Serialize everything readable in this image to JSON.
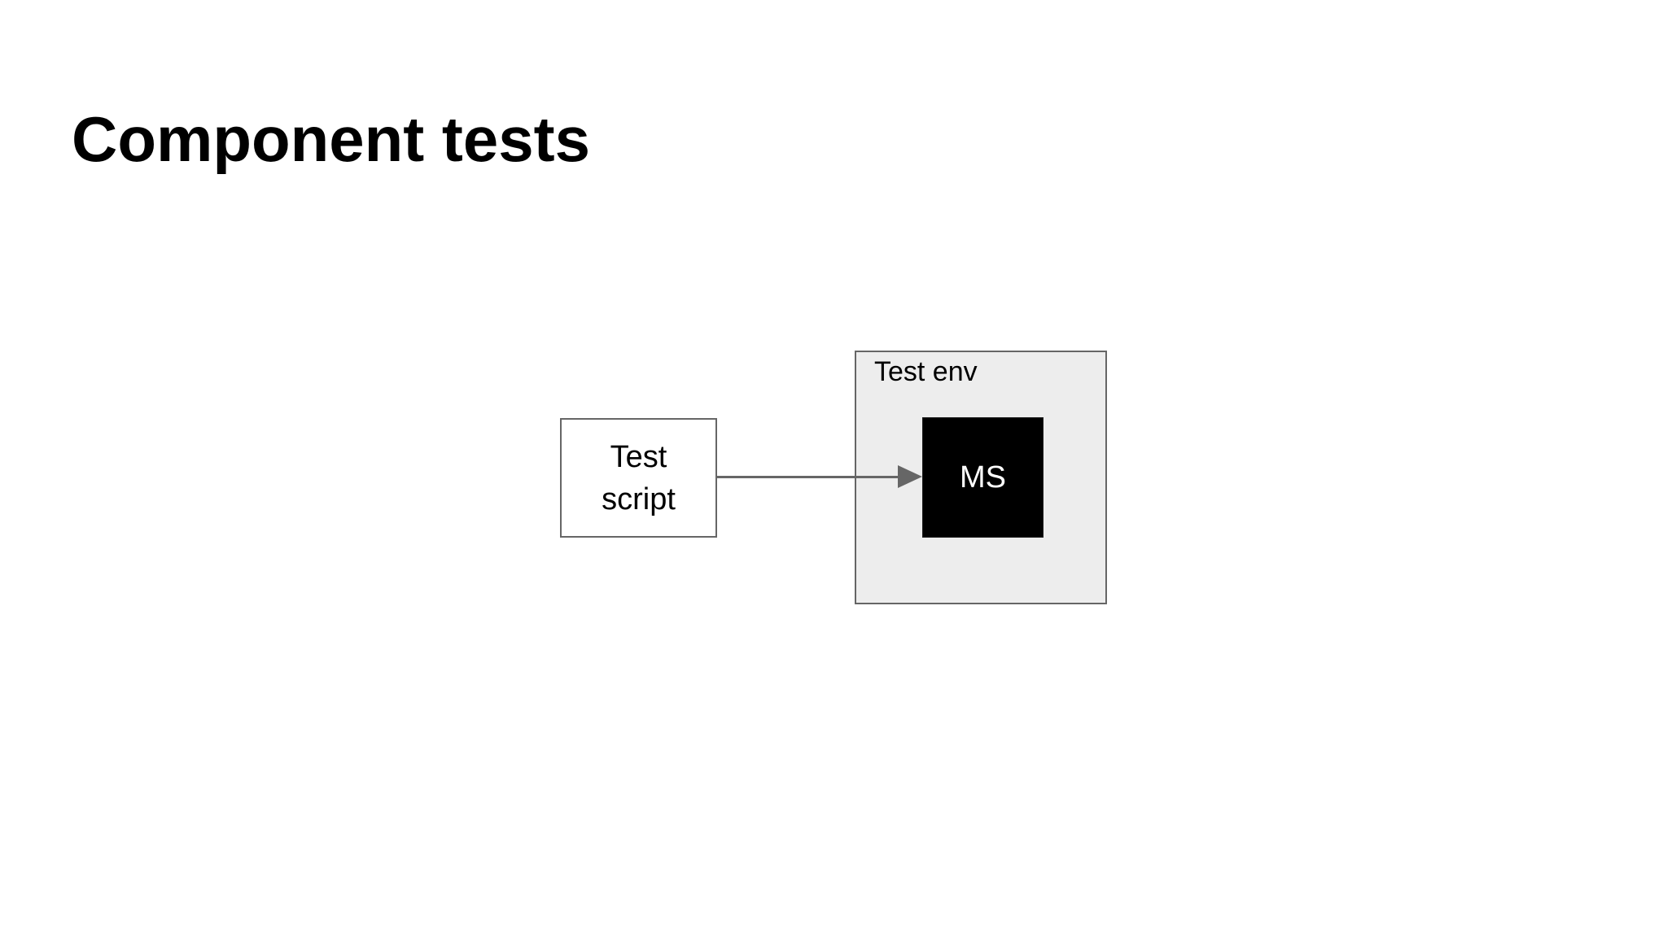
{
  "slide": {
    "title": "Component tests"
  },
  "diagram": {
    "test_script": {
      "label": "Test\nscript"
    },
    "test_env": {
      "label": "Test env"
    },
    "ms": {
      "label": "MS"
    },
    "arrow": {
      "from": "Test script",
      "to": "MS"
    }
  },
  "colors": {
    "background": "#ffffff",
    "title_text": "#000000",
    "node_border": "#666666",
    "node_fill": "#ffffff",
    "env_fill": "#ededed",
    "env_border": "#666666",
    "ms_fill": "#000000",
    "ms_text": "#ffffff",
    "arrow": "#666666"
  }
}
